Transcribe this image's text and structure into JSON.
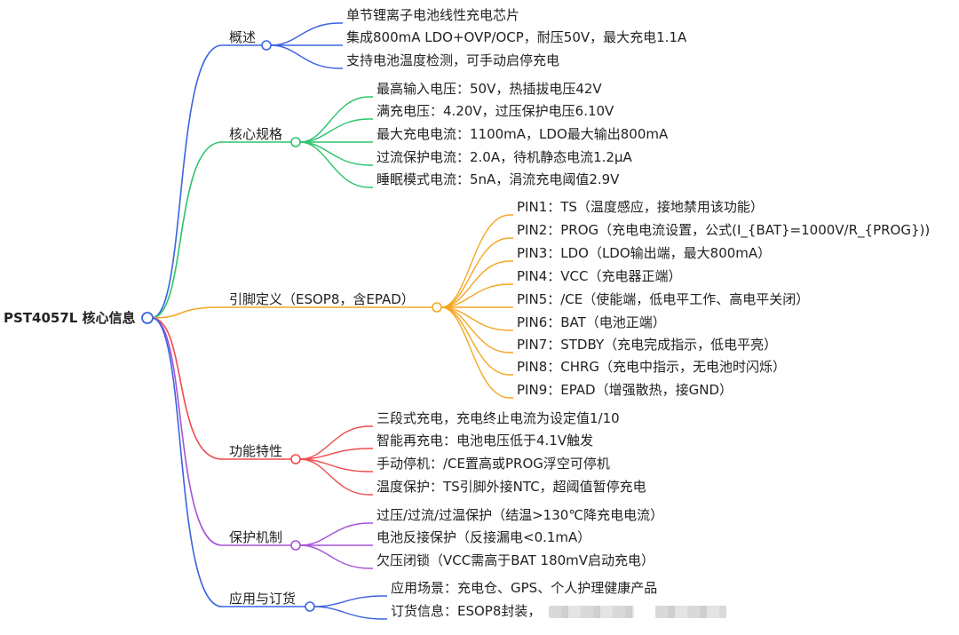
{
  "root": {
    "label": "PST4057L 核心信息",
    "color": "#3b63e0"
  },
  "branches": [
    {
      "label": "概述",
      "color": "#3b63e0",
      "children": [
        "单节锂离子电池线性充电芯片",
        "集成800mA LDO+OVP/OCP，耐压50V，最大充电1.1A",
        "支持电池温度检测，可手动启停充电"
      ]
    },
    {
      "label": "核心规格",
      "color": "#2bc46d",
      "children": [
        "最高输入电压：50V，热插拔电压42V",
        "满充电压：4.20V，过压保护电压6.10V",
        "最大充电电流：1100mA，LDO最大输出800mA",
        "过流保护电流：2.0A，待机静态电流1.2μA",
        "睡眠模式电流：5nA，涓流充电阈值2.9V"
      ]
    },
    {
      "label": "引脚定义（ESOP8，含EPAD）",
      "color": "#f5a623",
      "children": [
        "PIN1：TS（温度感应，接地禁用该功能）",
        "PIN2：PROG（充电电流设置，公式(I_{BAT}=1000V/R_{PROG}))",
        "PIN3：LDO（LDO输出端，最大800mA）",
        "PIN4：VCC（充电器正端）",
        "PIN5：/CE（使能端，低电平工作、高电平关闭）",
        "PIN6：BAT（电池正端）",
        "PIN7：STDBY（充电完成指示，低电平亮）",
        "PIN8：CHRG（充电中指示，无电池时闪烁）",
        "PIN9：EPAD（增强散热，接GND）"
      ]
    },
    {
      "label": "功能特性",
      "color": "#f04b4b",
      "children": [
        "三段式充电，充电终止电流为设定值1/10",
        "智能再充电：电池电压低于4.1V触发",
        "手动停机：/CE置高或PROG浮空可停机",
        "温度保护：TS引脚外接NTC，超阈值暂停充电"
      ]
    },
    {
      "label": "保护机制",
      "color": "#a653d6",
      "children": [
        "过压/过流/过温保护（结温>130℃降充电电流）",
        "电池反接保护（反接漏电<0.1mA）",
        "欠压闭锁（VCC需高于BAT 180mV启动充电）"
      ]
    },
    {
      "label": "应用与订货",
      "color": "#3b63e0",
      "children": [
        "应用场景：充电仓、GPS、个人护理健康产品",
        "订货信息：ESOP8封装，"
      ]
    }
  ]
}
